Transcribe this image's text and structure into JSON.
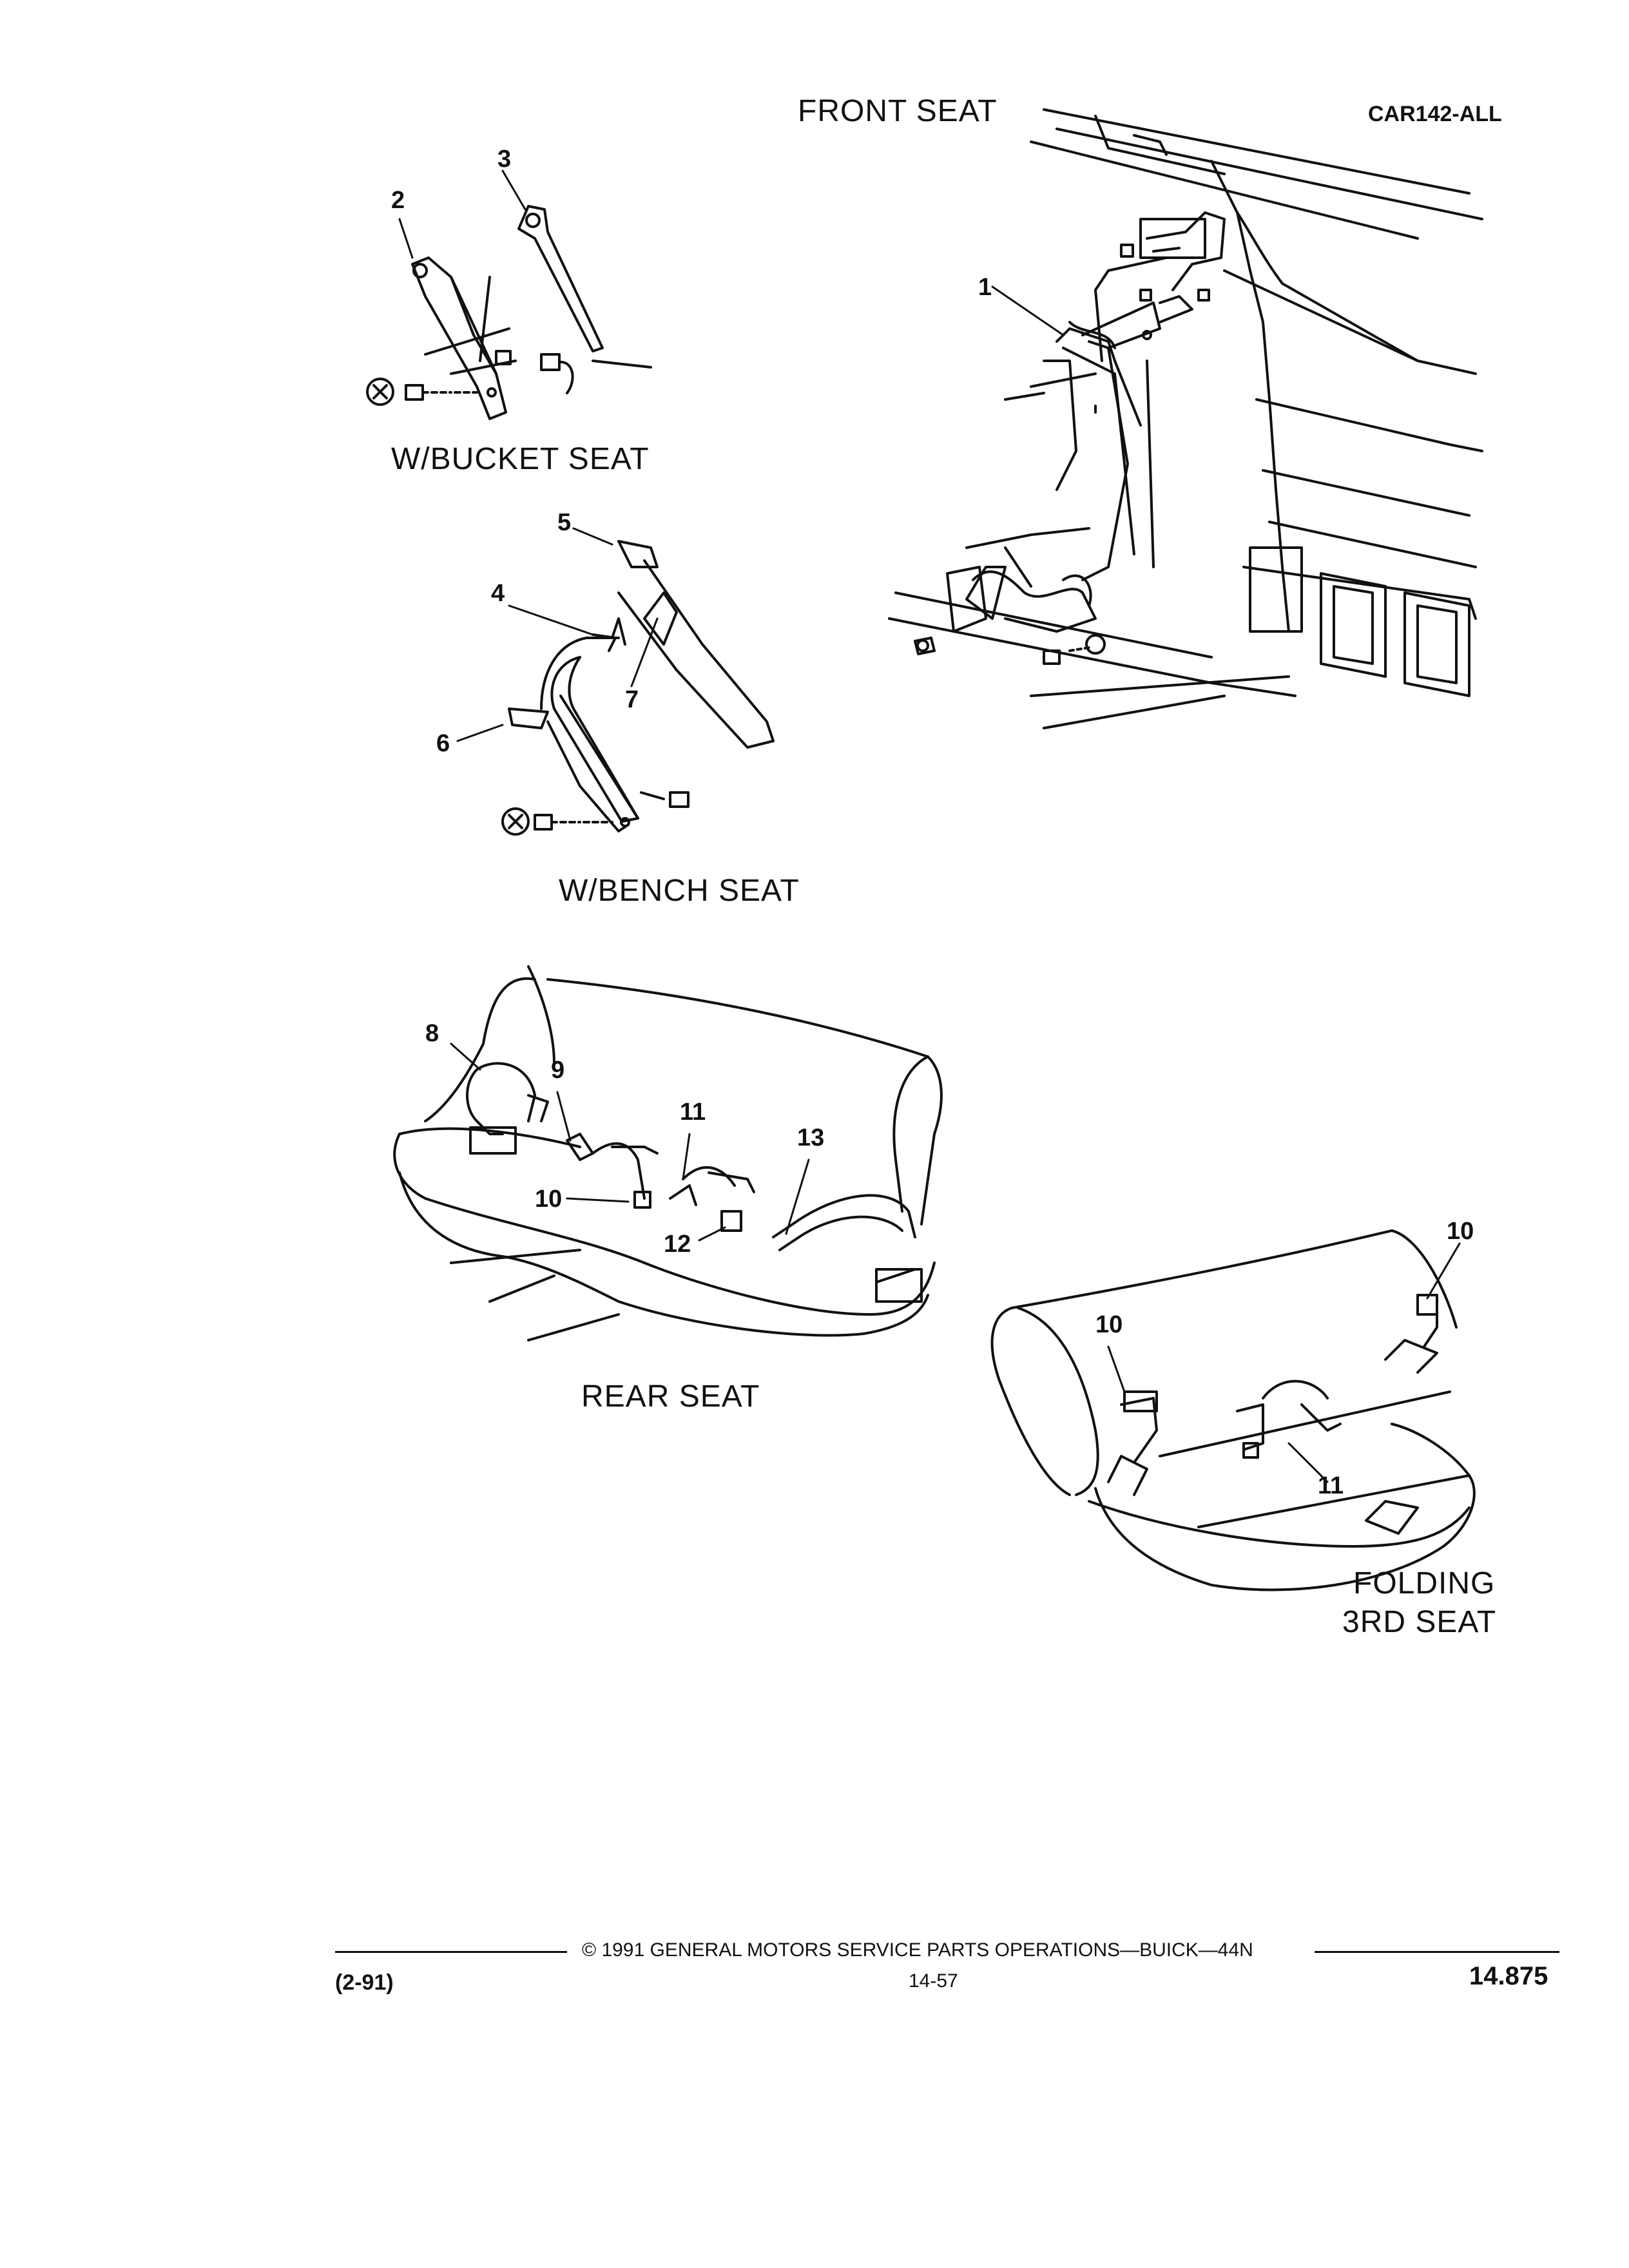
{
  "header": {
    "title": "FRONT SEAT",
    "code": "CAR142-ALL"
  },
  "groups": {
    "bucket": "W/BUCKET SEAT",
    "bench": "W/BENCH SEAT",
    "rear": "REAR SEAT",
    "folding_line1": "FOLDING",
    "folding_line2": "3RD SEAT"
  },
  "callouts": {
    "c1": "1",
    "c2": "2",
    "c3": "3",
    "c4": "4",
    "c5": "5",
    "c6": "6",
    "c7": "7",
    "c8": "8",
    "c9": "9",
    "c10a": "10",
    "c11a": "11",
    "c12": "12",
    "c13": "13",
    "c10b": "10",
    "c10c": "10",
    "c11b": "11"
  },
  "footer": {
    "copyright": "© 1991 GENERAL MOTORS SERVICE PARTS OPERATIONS—BUICK—44N",
    "date": "(2-91)",
    "page": "14-57",
    "section": "14.875"
  }
}
